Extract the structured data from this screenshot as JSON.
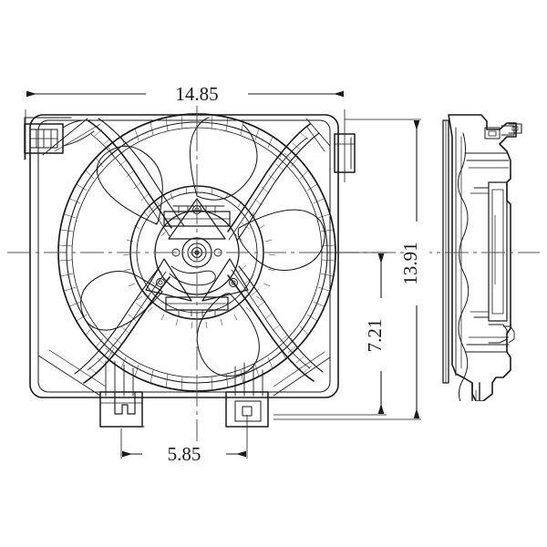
{
  "drawing": {
    "title": "Radiator cooling fan assembly technical drawing",
    "background_color": "#ffffff",
    "line_color": "#1a1a1a",
    "views": [
      {
        "name": "front-view",
        "label": "Front view of fan shroud assembly"
      },
      {
        "name": "side-view",
        "label": "Right side profile view"
      }
    ]
  },
  "dimensions": {
    "width_overall": "14.85",
    "height_overall": "13.91",
    "height_partial": "7.21",
    "mount_spacing": "5.85"
  },
  "components": {
    "shroud": "fan-shroud-frame",
    "fan_ring": "fan-blade-ring",
    "hub": "motor-hub",
    "blades_count": 5,
    "connector": "electrical-connector",
    "mount_tab_left": "mounting-tab-slot",
    "mount_tab_right": "mounting-tab-hole",
    "mount_tab_side": "side-mounting-bracket"
  }
}
